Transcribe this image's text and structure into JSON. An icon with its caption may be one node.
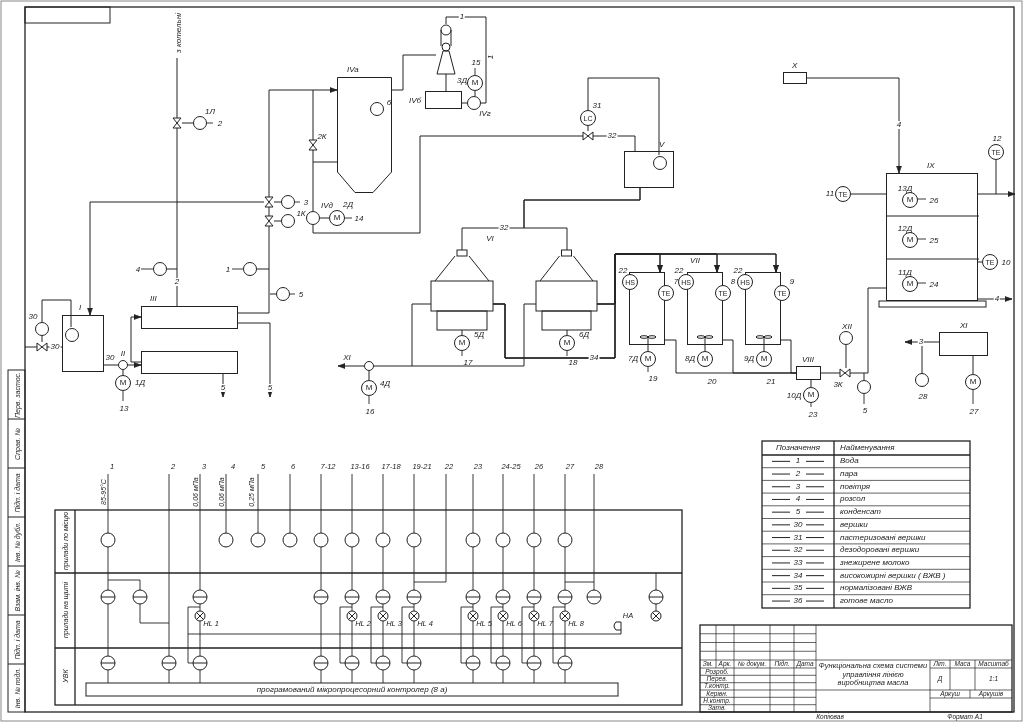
{
  "diagram": {
    "nodes": [
      {
        "text": [
          "I"
        ]
      },
      {
        "text": [],
        "shape": "circle",
        "beside": [
          "II"
        ]
      },
      {
        "text": [
          "III"
        ]
      },
      {
        "text": [],
        "shape": "box"
      },
      {
        "text": [
          "IVa"
        ]
      },
      {
        "text": [],
        "shape": "cone"
      },
      {
        "text": [
          "IVб"
        ]
      },
      {
        "text": [
          "V"
        ]
      },
      {
        "text": [],
        "shape": "box"
      },
      {
        "text": [],
        "shape": "box"
      },
      {
        "text": [],
        "shape": "box"
      },
      {
        "text": [],
        "shape": "box"
      },
      {
        "text": [],
        "shape": "box"
      },
      {
        "text": [
          "VIII"
        ]
      },
      {
        "text": [
          "IX"
        ]
      },
      {
        "text": [
          "X"
        ]
      },
      {
        "text": [
          "XI"
        ]
      },
      {
        "text": [
          "LC"
        ],
        "beside": [
          "31"
        ]
      },
      {
        "text": [
          "M"
        ],
        "beside": [
          "3Д",
          "15"
        ]
      },
      {
        "text": [
          "M"
        ],
        "beside": [
          "2Д",
          "14"
        ]
      },
      {
        "text": [
          "M"
        ],
        "beside": [
          "1Д",
          "13"
        ]
      },
      {
        "text": [
          "M"
        ],
        "beside": [
          "4Д",
          "16"
        ]
      },
      {
        "text": [
          "M"
        ],
        "beside": [
          "5Д",
          "17"
        ]
      },
      {
        "text": [
          "M"
        ],
        "beside": [
          "6Д",
          "18"
        ]
      },
      {
        "text": [
          "M"
        ],
        "beside": [
          "7Д",
          "19"
        ]
      },
      {
        "text": [
          "M"
        ],
        "beside": [
          "8Д",
          "20"
        ]
      },
      {
        "text": [
          "M"
        ],
        "beside": [
          "9Д",
          "21"
        ]
      },
      {
        "text": [
          "M"
        ],
        "beside": [
          "10Д",
          "23"
        ]
      },
      {
        "text": [
          "M"
        ],
        "beside": [
          "13Д",
          "26"
        ],
        "in": 14
      },
      {
        "text": [
          "M"
        ],
        "beside": [
          "12Д",
          "25"
        ],
        "in": 14
      },
      {
        "text": [
          "M"
        ],
        "beside": [
          "11Д",
          "24"
        ],
        "in": 14
      },
      {
        "text": [
          "TE"
        ],
        "beside": [
          "12"
        ]
      },
      {
        "text": [
          "TE"
        ],
        "beside": [
          "11"
        ]
      },
      {
        "text": [
          "TE"
        ],
        "beside": [
          "10"
        ]
      },
      {
        "text": [
          "HS"
        ],
        "beside": [
          "22"
        ]
      },
      {
        "text": [
          "HS"
        ],
        "beside": [
          "22"
        ]
      },
      {
        "text": [
          "HS"
        ],
        "beside": [
          "22"
        ]
      },
      {
        "text": [
          "TE"
        ],
        "beside": [
          "7"
        ]
      },
      {
        "text": [
          "TE"
        ],
        "beside": [
          "8"
        ]
      },
      {
        "text": [
          "TE"
        ],
        "beside": [
          "9"
        ]
      },
      {
        "text": [
          "M"
        ],
        "beside": [
          "27"
        ]
      },
      {
        "text": [],
        "shape": "circle",
        "beside": [
          "30"
        ]
      },
      {
        "text": [],
        "shape": "circle",
        "in": 0
      },
      {
        "text": [],
        "shape": "circle",
        "beside": [
          "1Л",
          "2"
        ]
      },
      {
        "text": [],
        "shape": "circle",
        "beside": [
          "4"
        ]
      },
      {
        "text": [],
        "shape": "circle",
        "beside": [
          "1"
        ]
      },
      {
        "text": [],
        "shape": "circle",
        "beside": [
          "3"
        ]
      },
      {
        "text": [],
        "shape": "circle",
        "beside": [
          "1К"
        ]
      },
      {
        "text": [],
        "shape": "circle",
        "beside": [
          "5"
        ]
      },
      {
        "text": [],
        "shape": "circle",
        "in": 4,
        "beside": [
          "6"
        ]
      },
      {
        "text": [],
        "shape": "circle",
        "beside": [
          "IVд"
        ]
      },
      {
        "text": [],
        "shape": "circle",
        "beside": [
          "IVг"
        ]
      },
      {
        "text": [],
        "shape": "circle",
        "in": 7
      },
      {
        "text": [],
        "shape": "circle",
        "beside": [
          "XII"
        ]
      },
      {
        "text": [],
        "shape": "circle",
        "beside": [
          "5"
        ]
      },
      {
        "text": [],
        "shape": "circle",
        "beside": [
          "28"
        ]
      },
      {
        "text": [],
        "shape": "circle"
      },
      {
        "text": [],
        "shape": "valve"
      },
      {
        "text": [],
        "shape": "valve"
      },
      {
        "text": [],
        "shape": "valve"
      },
      {
        "text": [],
        "shape": "valve",
        "beside": [
          "2К"
        ]
      },
      {
        "text": [],
        "shape": "valve"
      },
      {
        "text": [],
        "shape": "valve"
      },
      {
        "text": [],
        "shape": "valve",
        "beside": [
          "3К"
        ]
      },
      {
        "text": [
          "з котельні"
        ]
      }
    ],
    "edges": [
      {
        "from": 0,
        "to": 1,
        "arrow": "none",
        "label": "30"
      },
      {
        "from": 1,
        "to": 3,
        "arrow": "to"
      },
      {
        "from": 3,
        "to": 2,
        "arrow": "to"
      },
      {
        "from": 2,
        "to": 59,
        "arrow": "none"
      },
      {
        "from": 4,
        "to": 5,
        "arrow": "none"
      },
      {
        "from": 5,
        "to": 6,
        "arrow": "none"
      },
      {
        "from": 4,
        "to": 50,
        "arrow": "none"
      },
      {
        "from": 7,
        "to": 8,
        "arrow": "none",
        "label": "32"
      },
      {
        "from": 7,
        "to": 9,
        "arrow": "none"
      },
      {
        "from": 8,
        "to": 10,
        "arrow": "to",
        "label": "34"
      },
      {
        "from": 8,
        "to": 11,
        "arrow": "to"
      },
      {
        "from": 8,
        "to": 12,
        "arrow": "to"
      },
      {
        "from": 9,
        "to": 10,
        "arrow": "to"
      },
      {
        "from": 9,
        "to": 11,
        "arrow": "to"
      },
      {
        "from": 9,
        "to": 12,
        "arrow": "to"
      },
      {
        "from": 10,
        "to": 13,
        "arrow": "none"
      },
      {
        "from": 11,
        "to": 13,
        "arrow": "none"
      },
      {
        "from": 12,
        "to": 13,
        "arrow": "none"
      },
      {
        "from": 13,
        "to": 63,
        "arrow": "none"
      },
      {
        "from": 15,
        "to": 14,
        "arrow": "to",
        "label": "4"
      },
      {
        "from": 16,
        "to": null,
        "arrow": "to",
        "label": "3"
      },
      {
        "from": 14,
        "to": null,
        "arrow": "to"
      },
      {
        "from": 14,
        "to": null,
        "arrow": "to",
        "label": "4"
      },
      {
        "from": 8,
        "to": 56,
        "arrow": "none"
      },
      {
        "from": null,
        "to": 61,
        "arrow": "none"
      },
      {
        "from": 64,
        "to": 57,
        "arrow": "none"
      },
      {
        "from": 3,
        "to": null,
        "arrow": "to",
        "label": "5"
      },
      {
        "from": 2,
        "to": null,
        "arrow": "to",
        "label": "5"
      },
      {
        "from": 9,
        "to": null,
        "arrow": "none"
      },
      {
        "from": 58,
        "to": 0,
        "arrow": "to"
      },
      {
        "from": 41,
        "to": 61,
        "arrow": "none"
      },
      {
        "from": 41,
        "to": 42,
        "arrow": "none"
      },
      {
        "from": 1,
        "to": 20,
        "arrow": "none"
      },
      {
        "from": 57,
        "to": 43,
        "arrow": "none"
      },
      {
        "from": 44,
        "to": null,
        "arrow": "none"
      },
      {
        "from": 45,
        "to": null,
        "arrow": "none"
      },
      {
        "from": 58,
        "to": 46,
        "arrow": "none"
      },
      {
        "from": 59,
        "to": 47,
        "arrow": "none"
      },
      {
        "from": null,
        "to": 48,
        "arrow": "none"
      },
      {
        "from": null,
        "to": 60,
        "arrow": "none"
      },
      {
        "from": 60,
        "to": null,
        "arrow": "none"
      },
      {
        "from": 50,
        "to": 19,
        "arrow": "none"
      },
      {
        "from": 18,
        "to": 51,
        "arrow": "none"
      },
      {
        "from": 6,
        "to": 51,
        "arrow": "none"
      },
      {
        "from": 5,
        "to": 51,
        "arrow": "none",
        "label": "1"
      },
      {
        "from": 17,
        "to": 62,
        "arrow": "none"
      },
      {
        "from": 17,
        "to": 52,
        "arrow": "none"
      },
      {
        "from": 8,
        "to": 22,
        "arrow": "none"
      },
      {
        "from": 9,
        "to": 23,
        "arrow": "none"
      },
      {
        "from": 10,
        "to": 24,
        "arrow": "none"
      },
      {
        "from": 11,
        "to": 25,
        "arrow": "none"
      },
      {
        "from": 12,
        "to": 26,
        "arrow": "none"
      },
      {
        "from": 13,
        "to": 27,
        "arrow": "none"
      },
      {
        "from": 53,
        "to": 63,
        "arrow": "none"
      },
      {
        "from": null,
        "to": 54,
        "arrow": "none"
      },
      {
        "from": 32,
        "to": 14,
        "arrow": "none"
      },
      {
        "from": 31,
        "to": null,
        "arrow": "none"
      },
      {
        "from": 33,
        "to": 14,
        "arrow": "none"
      },
      {
        "from": 16,
        "to": 40,
        "arrow": "none"
      },
      {
        "from": null,
        "to": 55,
        "arrow": "none"
      },
      {
        "from": 56,
        "to": 21,
        "arrow": "none"
      },
      {
        "from": 56,
        "to": null,
        "arrow": "to",
        "label": "XI"
      },
      {
        "from": 57,
        "to": 2,
        "arrow": "none",
        "label": "2"
      },
      {
        "from": 59,
        "to": 58,
        "arrow": "none"
      },
      {
        "from": 58,
        "to": 4,
        "arrow": "to"
      },
      {
        "from": 61,
        "to": 0,
        "arrow": "none",
        "label": "30"
      },
      {
        "from": 62,
        "to": 7,
        "arrow": "none",
        "label": "32"
      },
      {
        "from": 50,
        "to": 62,
        "arrow": "none"
      },
      {
        "from": 63,
        "to": 14,
        "arrow": "none"
      }
    ],
    "labels": [
      "1",
      "VI",
      "VII",
      "1",
      "2",
      "3",
      "4",
      "5",
      "6",
      "7-12",
      "13-16",
      "17-18",
      "19-21",
      "22",
      "23",
      "24-25",
      "26",
      "27",
      "28",
      "85-95°С",
      "0,06 мПа",
      "0,06 мПа",
      "0,25 мПа",
      "прилади по місцю",
      "прилади на щиті",
      "УВК",
      "HL 1",
      "HL 2",
      "HL 3",
      "HL 4",
      "HL 5",
      "HL 6",
      "HL 7",
      "HL 8",
      "HA",
      "програмований мікропроцесорний контролер (8 а)",
      "Позначення",
      "Найменування",
      "1",
      "Вода",
      "2",
      "пара",
      "3",
      "повітря",
      "4",
      "розсол",
      "5",
      "конденсат",
      "30",
      "вершки",
      "31",
      "пастеризовані вершки",
      "32",
      "дезодоровані вершки",
      "33",
      "знежирене молоко",
      "34",
      "високожирні вершки ( ВЖВ )",
      "35",
      "нормалізовані ВЖВ",
      "36",
      "готове масло",
      "Зм.",
      "Арк.",
      "№ докум.",
      "Підп.",
      "Дата",
      "Розроб.",
      "Перев.",
      "Т.контр.",
      "Керівн.",
      "Н.контр.",
      "Затв.",
      "Функціональна схема системи управління лінією виробництва масла",
      "Літ.",
      "Маса",
      "Масштаб",
      "Д",
      "1:1",
      "Аркуш",
      "Аркушів",
      "Копіював",
      "Формат А1",
      "Перв. застос.",
      "Справ. №",
      "Підп. і дата",
      "Інв. № дубл.",
      "Взам. інв. №",
      "Підп. і дата",
      "Інв. № подл."
    ]
  }
}
